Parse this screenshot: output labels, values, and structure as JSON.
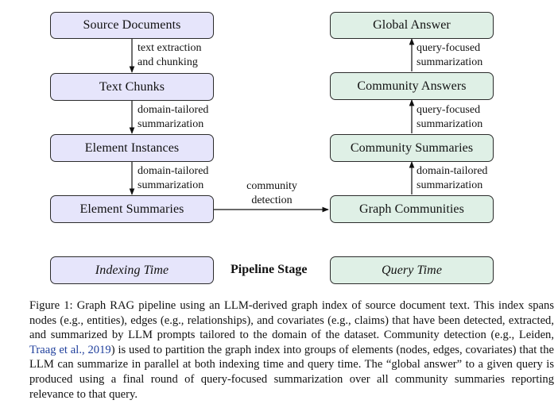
{
  "left_column": {
    "source_documents": "Source Documents",
    "text_chunks": "Text Chunks",
    "element_instances": "Element Instances",
    "element_summaries": "Element Summaries"
  },
  "right_column": {
    "global_answer": "Global Answer",
    "community_answers": "Community Answers",
    "community_summaries": "Community Summaries",
    "graph_communities": "Graph Communities"
  },
  "edge_labels": {
    "extract_1": "text extraction",
    "extract_2": "and chunking",
    "dt_1a": "domain-tailored",
    "dt_1b": "summarization",
    "dt_2a": "domain-tailored",
    "dt_2b": "summarization",
    "cd_1": "community",
    "cd_2": "detection",
    "dt_3a": "domain-tailored",
    "dt_3b": "summarization",
    "qf_1a": "query-focused",
    "qf_1b": "summarization",
    "qf_2a": "query-focused",
    "qf_2b": "summarization"
  },
  "legend": {
    "indexing": "Indexing Time",
    "stage": "Pipeline Stage",
    "query": "Query Time"
  },
  "caption": {
    "part1": "Figure 1: Graph RAG pipeline using an LLM-derived graph index of source document text. This index spans nodes (e.g., entities), edges (e.g., relationships), and covariates (e.g., claims) that have been detected, extracted, and summarized by LLM prompts tailored to the domain of the dataset. Community detection (e.g., Leiden, ",
    "citation": "Traag et al., 2019",
    "part2": ") is used to partition the graph index into groups of elements (nodes, edges, covariates) that the LLM can summarize in parallel at both indexing time and query time. The “global answer” to a given query is produced using a final round of query-focused summarization over all community summaries reporting relevance to that query."
  },
  "colors": {
    "indexing_fill": "#e6e5fb",
    "query_fill": "#dff0e6",
    "citation": "#1f3f9c"
  }
}
